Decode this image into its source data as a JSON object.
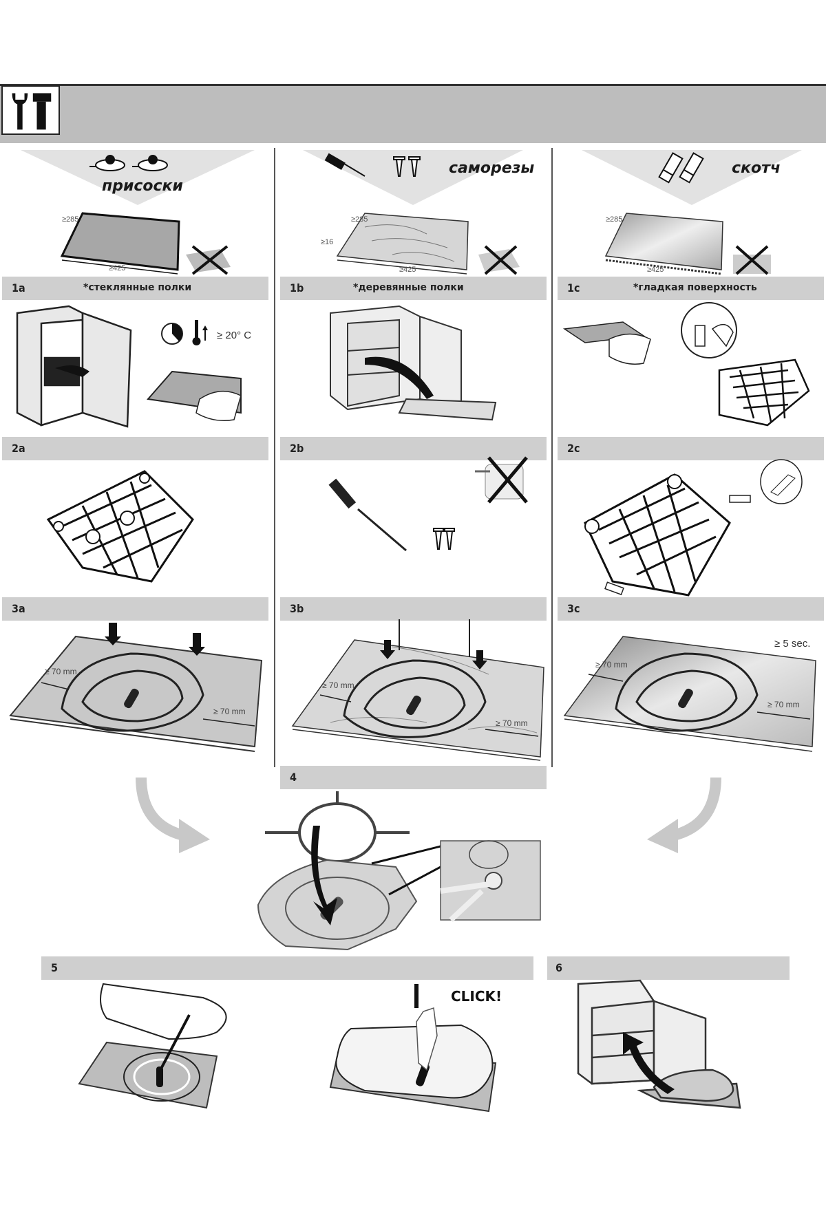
{
  "header": {
    "icon": "tools-icon"
  },
  "methods": [
    {
      "id": "a",
      "label": "присоски",
      "icon": "suction-cups-icon",
      "dims": {
        "width": "≥285",
        "length": "≥425"
      },
      "not_allowed_icon": "wood-surface-crossed-icon"
    },
    {
      "id": "b",
      "label": "саморезы",
      "icon": "screwdriver-screws-icon",
      "dims": {
        "width": "≥285",
        "length": "≥425",
        "thickness": "≥16"
      },
      "not_allowed_icon": "glass-surface-crossed-icon"
    },
    {
      "id": "c",
      "label": "скотч",
      "icon": "adhesive-tape-icon",
      "dims": {
        "width": "≥285",
        "length": "≥425"
      },
      "not_allowed_icon": "rough-surface-crossed-icon"
    }
  ],
  "steps": {
    "s1a": {
      "num": "1a",
      "caption": "*стеклянные полки"
    },
    "s1b": {
      "num": "1b",
      "caption": "*деревянные полки"
    },
    "s1c": {
      "num": "1c",
      "caption": "*гладкая поверхность"
    },
    "s2a": {
      "num": "2a"
    },
    "s2b": {
      "num": "2b"
    },
    "s2c": {
      "num": "2c"
    },
    "s3a": {
      "num": "3a"
    },
    "s3b": {
      "num": "3b"
    },
    "s3c": {
      "num": "3c"
    },
    "s4": {
      "num": "4"
    },
    "s5": {
      "num": "5"
    },
    "s6": {
      "num": "6"
    }
  },
  "annotations": {
    "temperature": "≥ 20° C",
    "margin": "≥ 70 mm",
    "margin_b_left": "≥ 70 mm",
    "hold_time": "≥ 5 sec.",
    "click": "CLICK!",
    "warning": "!"
  }
}
